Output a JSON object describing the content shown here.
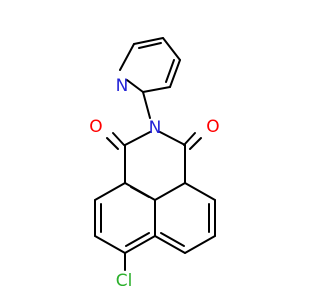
{
  "colors": {
    "bond": "#000000",
    "N": "#2323d7",
    "O": "#ff0000",
    "Cl": "#2bb02b"
  },
  "atoms": [
    {
      "id": "N_pyr",
      "label": "N",
      "element": "N"
    },
    {
      "id": "N_imide",
      "label": "N",
      "element": "N"
    },
    {
      "id": "O_left",
      "label": "O",
      "element": "O"
    },
    {
      "id": "O_right",
      "label": "O",
      "element": "O"
    },
    {
      "id": "Cl",
      "label": "Cl",
      "element": "Cl"
    }
  ]
}
